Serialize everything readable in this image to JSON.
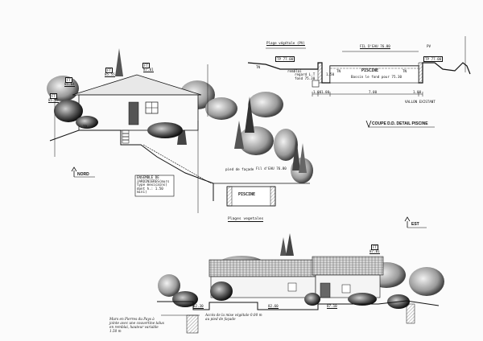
{
  "views": {
    "north": {
      "title": "NORD"
    },
    "east": {
      "title": "EST"
    },
    "section": {
      "title": "COUPE D.D. DETAIL PISCINE"
    }
  },
  "north_labels": {
    "ft1": "FT",
    "ft1v": "85.64",
    "ft2": "FT",
    "ft2v": "85.55",
    "ft3": "FT",
    "ft3v": "87.01",
    "ft4": "FT",
    "ft4v": "85.45",
    "tp": "TP",
    "wall_note": "ENSEMBLE DE JARDINIERES(murs type mexicains) dont h.: 1.50 mini)",
    "pool": "PISCINE",
    "fil_eau": "Fil d'EAU 76.80",
    "plages": "Plages vegetales",
    "pied_facade": "pied de façade"
  },
  "section_labels": {
    "plage": "Plage végétale (PV)",
    "fil_eau": "FIL D'EAU 76.80",
    "pv": "PV",
    "tp1": "TP 77.00",
    "tp2": "TP 77.00",
    "tn1": "TN",
    "tn2": "TN",
    "tn3": "TN",
    "pool": "PISCINE",
    "bassin": "Bassin le fond pour 75.30",
    "remblai": "remblai",
    "regard": "regard L.T fond 75.30",
    "dims": [
      "1.00",
      "1.00",
      "7.00",
      "1.00"
    ],
    "vallon": "VALLON EXISTANT",
    "dim150": "1.50"
  },
  "east_labels": {
    "ft": "FT",
    "ftv": "87.01",
    "lvl1": "82.30",
    "lvl2": "82.60",
    "lvl3": "87.10",
    "note": "Murs en Pierres du Pays à jointe avec une couvertine talus en remblai, hauteur variable 1.50 m",
    "note2": "Accès de la mise végétale 0.00 m au pied de façade"
  },
  "icons": [
    "north-arrow-icon",
    "east-arrow-icon",
    "section-arrow-icon",
    "tree-icon",
    "cypress-icon"
  ]
}
